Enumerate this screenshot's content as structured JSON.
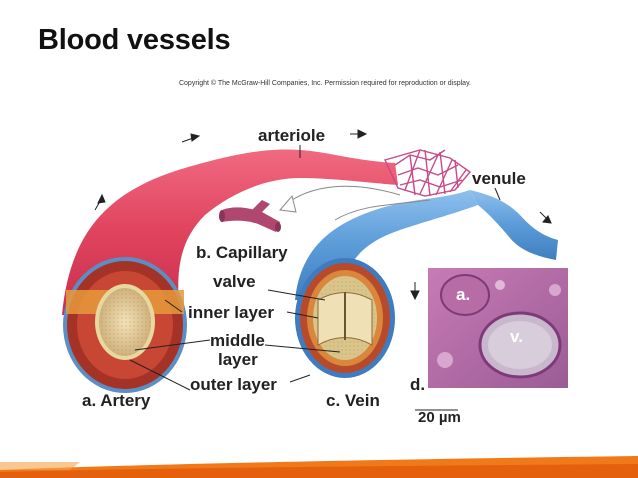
{
  "slide": {
    "title": "Blood vessels",
    "copyright": "Copyright © The McGraw-Hill Companies, Inc. Permission required for reproduction or display."
  },
  "labels": {
    "arteriole": "arteriole",
    "venule": "venule",
    "capillary": "b. Capillary",
    "valve": "valve",
    "inner_layer": "inner layer",
    "middle_layer_1": "middle",
    "middle_layer_2": "layer",
    "outer_layer": "outer layer",
    "artery": "a. Artery",
    "vein": "c. Vein",
    "micrograph_tag": "d.",
    "micro_a": "a.",
    "micro_v": "v.",
    "scale": "20 µm"
  },
  "colors": {
    "artery_red": "#e0435e",
    "vein_blue": "#5b9bd8",
    "footer_orange": "#f07a1a"
  }
}
